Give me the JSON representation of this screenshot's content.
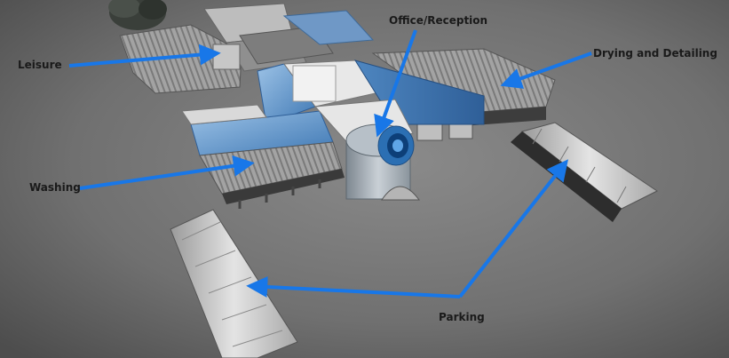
{
  "labels": {
    "office": "Office/Reception",
    "drying": "Drying and Detailing",
    "leisure": "Leisure",
    "washing": "Washing",
    "parking": "Parking"
  },
  "colors": {
    "arrow": "#1877e8",
    "ground": "#6e6e6e",
    "roof_blue": "#5a8fc6",
    "roof_light": "#8fb7de",
    "canopy": "#c8c8c8",
    "label_text": "#1a1a1a"
  }
}
